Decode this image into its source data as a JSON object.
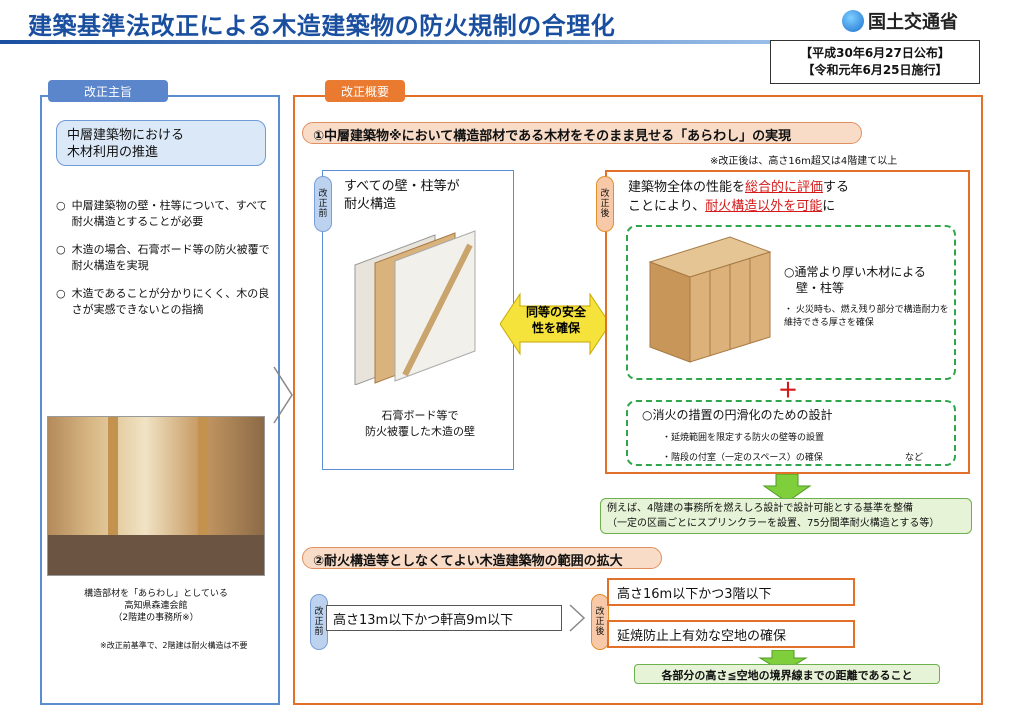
{
  "header": {
    "title": "建築基準法改正による木造建築物の防火規制の合理化",
    "ministry": "国土交通省",
    "dates": [
      "【平成30年6月27日公布】",
      "【令和元年6月25日施行】"
    ]
  },
  "left": {
    "tab": "改正主旨",
    "purpose": "中層建築物における\n木材利用の推進",
    "bullets": [
      "中層建築物の壁・柱等について、すべて耐火構造とすることが必要",
      "木造の場合、石膏ボード等の防火被覆で耐火構造を実現",
      "木造であることが分かりにくく、木の良さが実感できないとの指摘"
    ],
    "bullet_mark": "○",
    "photo_caption": "構造部材を「あらわし」としている\n高知県森連会館\n（2階建の事務所※）",
    "footnote": "※改正前基準で、2階建は耐火構造は不要"
  },
  "right": {
    "tab": "改正概要",
    "section1": "①中層建築物※において構造部材である木材をそのまま見せる「あらわし」の実現",
    "section1_note": "※改正後は、高さ16m超又は4階建て以上",
    "before_tag": [
      "改",
      "正",
      "前"
    ],
    "after_tag": [
      "改",
      "正",
      "後"
    ],
    "before_label": "すべての壁・柱等が\n耐火構造",
    "wall_caption": "石膏ボード等で\n防火被覆した木造の壁",
    "equal_text": "同等の安全性を確保",
    "after_label_1": "建築物全体の性能を",
    "after_label_red1": "総合的に評価",
    "after_label_2": "する",
    "after_label_3": "ことにより、",
    "after_label_red2": "耐火構造以外を可能",
    "after_label_4": "に",
    "clt_title": "○通常より厚い木材による\n　壁・柱等",
    "clt_sub": "・ 火災時も、燃え残り部分で構造耐力を維持できる厚さを確保",
    "plus": "＋",
    "fire_title": "○消火の措置の円滑化のための設計",
    "fire_sub1": "・延焼範囲を限定する防火の壁等の設置",
    "fire_sub2": "・階段の付室（一定のスペース）の確保",
    "fire_etc": "など",
    "example": "例えば、4階建の事務所を燃えしろ設計で設計可能とする基準を整備\n（一定の区画ごとにスプリンクラーを設置、75分間準耐火構造とする等）",
    "section2": "②耐火構造等としなくてよい木造建築物の範囲の拡大",
    "before2": "高さ13m以下かつ軒高9m以下",
    "after2a": "高さ16m以下かつ3階以下",
    "after2b": "延焼防止上有効な空地の確保",
    "bottom_note": "各部分の高さ≦空地の境界線までの距離であること"
  }
}
